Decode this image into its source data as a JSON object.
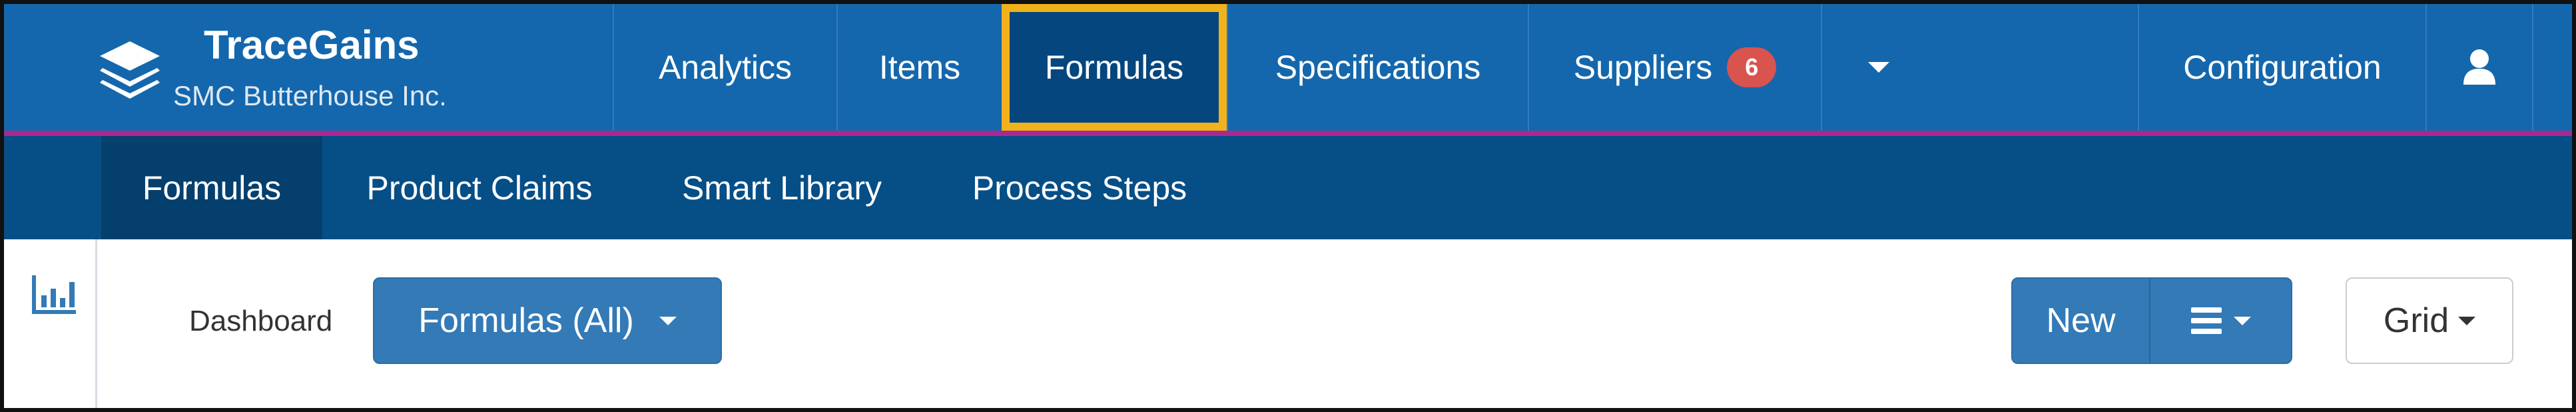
{
  "brand": {
    "title": "TraceGains",
    "subtitle": "SMC Butterhouse Inc.",
    "logo_icon": "layers-icon"
  },
  "topnav": {
    "items": [
      {
        "label": "Analytics"
      },
      {
        "label": "Items"
      },
      {
        "label": "Formulas",
        "active": true
      },
      {
        "label": "Specifications"
      },
      {
        "label": "Suppliers",
        "badge": "6"
      }
    ],
    "more_icon": "caret-down-icon",
    "configuration": "Configuration",
    "user_icon": "user-icon"
  },
  "subnav": {
    "items": [
      {
        "label": "Formulas",
        "active": true
      },
      {
        "label": "Product Claims"
      },
      {
        "label": "Smart Library"
      },
      {
        "label": "Process Steps"
      }
    ]
  },
  "toolbar": {
    "dashboard_label": "Dashboard",
    "view_select": "Formulas (All)",
    "new_label": "New",
    "menu_icon": "hamburger-icon",
    "grid_label": "Grid"
  },
  "sidebar": {
    "chart_icon": "bar-chart-icon"
  },
  "colors": {
    "nav_bg": "#1467ac",
    "nav_accent": "#a8298f",
    "active_highlight": "#f2b21c",
    "subnav_bg": "#064e86",
    "primary_button": "#337ab7",
    "badge": "#d9534f"
  }
}
